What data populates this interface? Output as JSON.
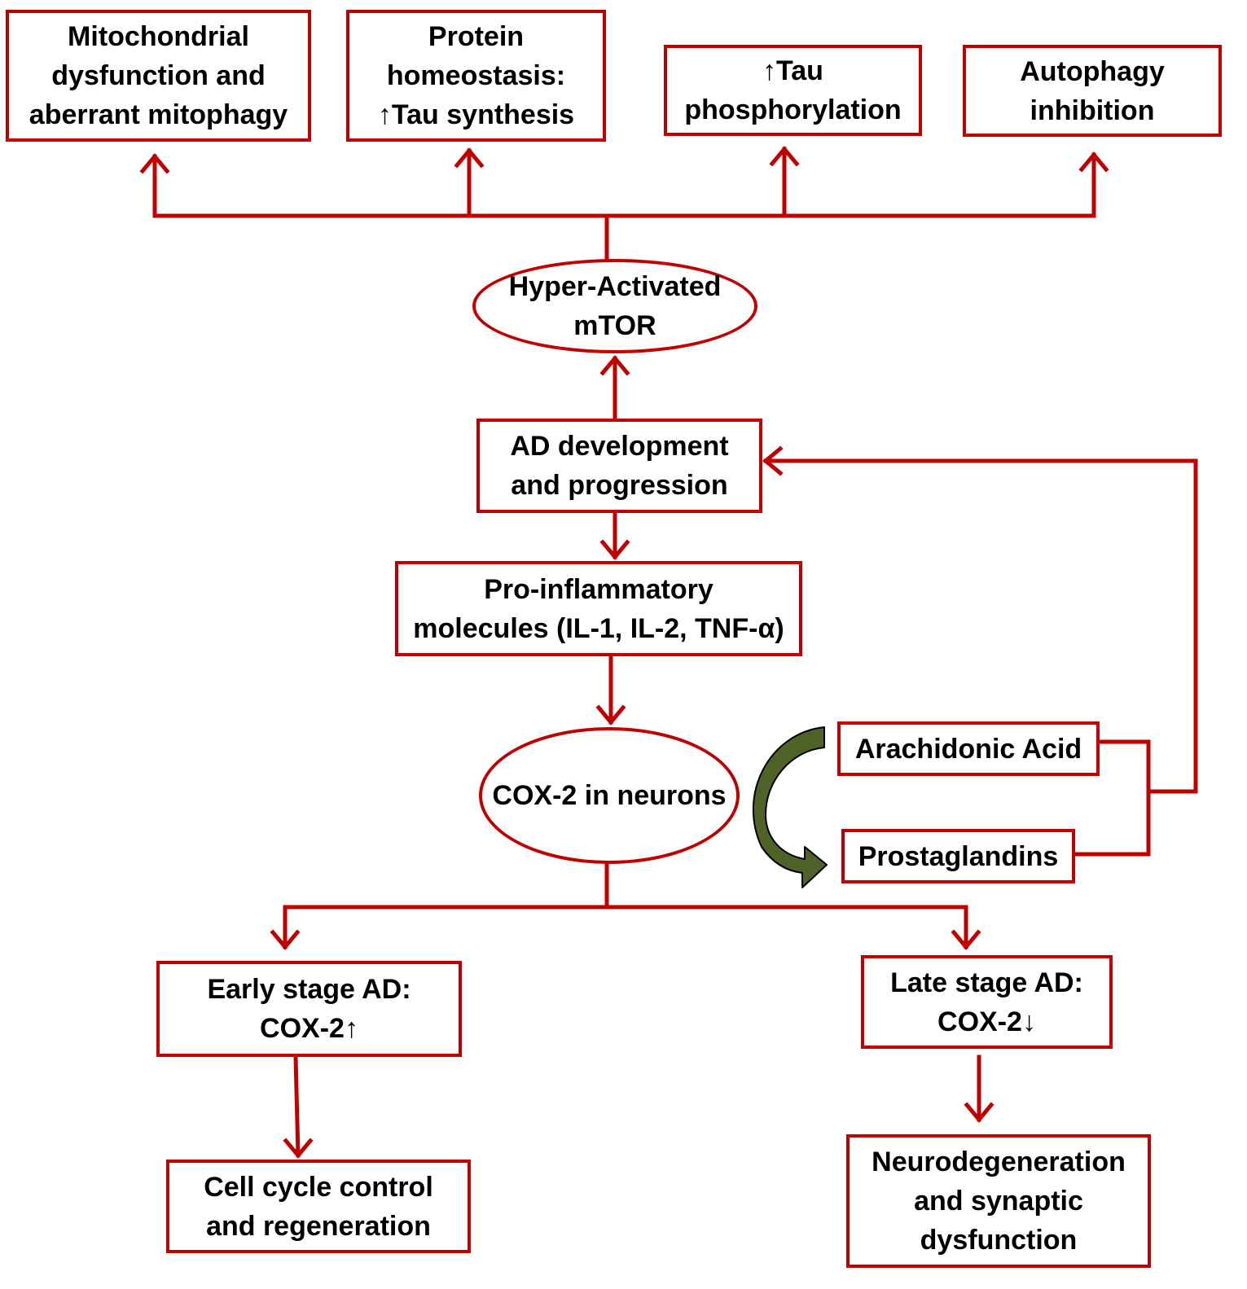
{
  "colors": {
    "connector": "#c00000",
    "cycle_arrow": "#4f6228",
    "text": "#000000",
    "background": "#ffffff"
  },
  "nodes": {
    "mitochondrial": {
      "lines": [
        "Mitochondrial",
        "dysfunction and",
        "aberrant mitophagy"
      ]
    },
    "protein": {
      "lines": [
        "Protein",
        "homeostasis:",
        "↑Tau synthesis"
      ]
    },
    "tau_phos": {
      "lines": [
        "↑Tau",
        "phosphorylation"
      ]
    },
    "autophagy": {
      "lines": [
        "Autophagy",
        "inhibition"
      ]
    },
    "mtor": {
      "lines": [
        "Hyper-Activated",
        "mTOR"
      ]
    },
    "ad_dev": {
      "lines": [
        "AD development",
        "and progression"
      ]
    },
    "pro_inflam": {
      "lines": [
        "Pro-inflammatory",
        "molecules (IL-1, IL-2, TNF-α)"
      ]
    },
    "cox2": {
      "lines": [
        "COX-2 in neurons"
      ]
    },
    "arachidonic": {
      "lines": [
        "Arachidonic Acid"
      ]
    },
    "prostaglandins": {
      "lines": [
        "Prostaglandins"
      ]
    },
    "early": {
      "lines": [
        "Early stage AD:",
        "COX-2↑"
      ]
    },
    "late": {
      "lines": [
        "Late stage AD:",
        "COX-2↓"
      ]
    },
    "cell_cycle": {
      "lines": [
        "Cell cycle control",
        "and regeneration"
      ]
    },
    "neurodegeneration": {
      "lines": [
        "Neurodegeneration",
        "and synaptic",
        "dysfunction"
      ]
    }
  }
}
